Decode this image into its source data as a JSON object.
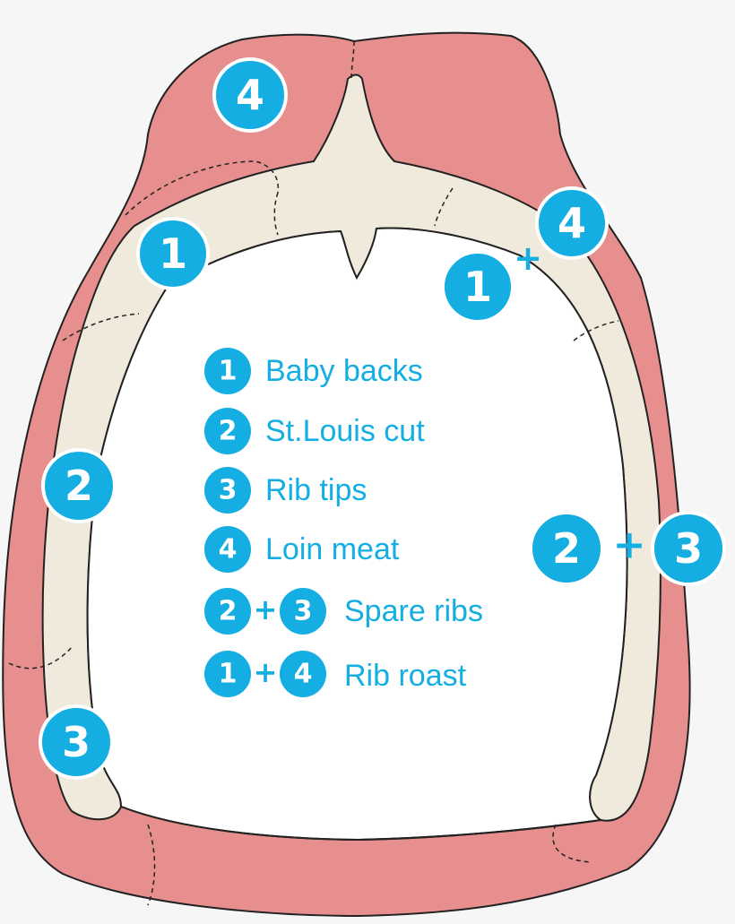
{
  "colors": {
    "background": "#f6f6f6",
    "meat": "#e68f8e",
    "bone": "#f0eadc",
    "center": "#ffffff",
    "outline": "#222222",
    "accent": "#14aee3"
  },
  "diagram_labels": {
    "loin_top": "4",
    "baby_back_left": "1",
    "rib_roast_plus": "+",
    "rib_roast_1": "1",
    "rib_roast_4": "4",
    "st_louis_left": "2",
    "spare_2": "2",
    "spare_plus": "+",
    "spare_3": "3",
    "rib_tips_left": "3"
  },
  "legend": [
    {
      "badges": [
        "1"
      ],
      "joiner": "",
      "label": "Baby backs"
    },
    {
      "badges": [
        "2"
      ],
      "joiner": "",
      "label": "St.Louis cut"
    },
    {
      "badges": [
        "3"
      ],
      "joiner": "",
      "label": "Rib tips"
    },
    {
      "badges": [
        "4"
      ],
      "joiner": "",
      "label": "Loin meat"
    },
    {
      "badges": [
        "2",
        "3"
      ],
      "joiner": "+",
      "label": "Spare ribs"
    },
    {
      "badges": [
        "1",
        "4"
      ],
      "joiner": "+",
      "label": "Rib roast"
    }
  ]
}
